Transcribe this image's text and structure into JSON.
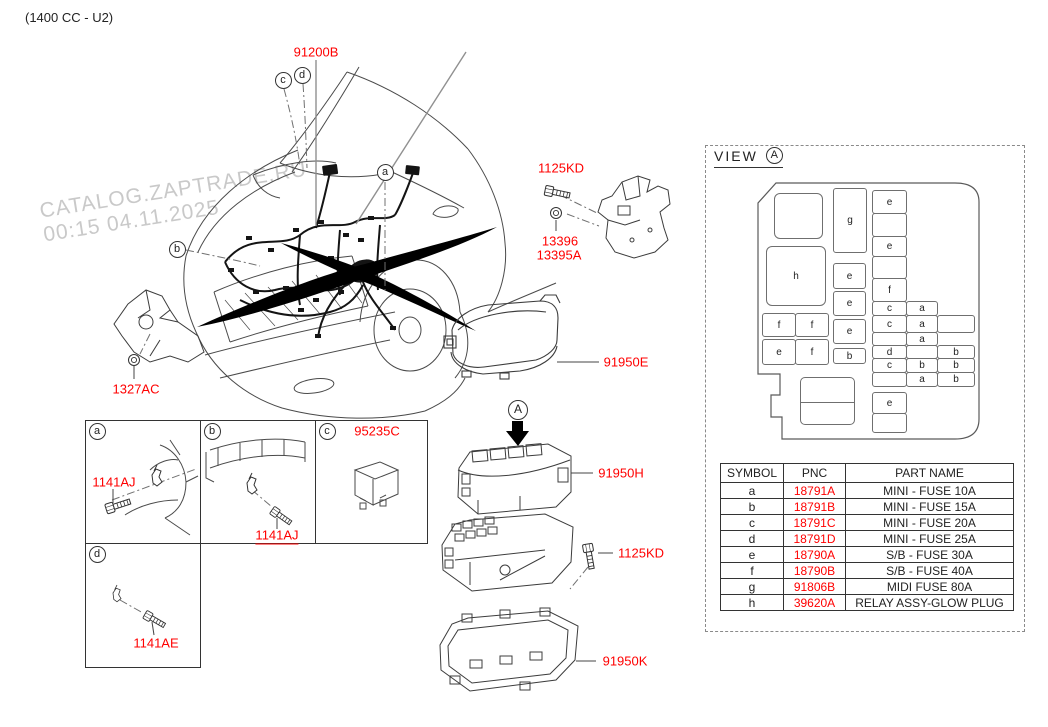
{
  "title": "(1400 CC - U2)",
  "watermark": {
    "line1": "CATALOG.ZAPTRADE.RU",
    "line2": "00:15 04.11.2025"
  },
  "part_labels": {
    "p91200B": "91200B",
    "p1125KD_top": "1125KD",
    "p13396": "13396",
    "p13395A": "13395A",
    "p91950E": "91950E",
    "p1327AC": "1327AC",
    "p91950H": "91950H",
    "p1125KD_bottom": "1125KD",
    "p91950K": "91950K",
    "p95235C": "95235C",
    "p1141AJ_a": "1141AJ",
    "p1141AJ_b": "1141AJ",
    "p1141AE": "1141AE"
  },
  "callouts": {
    "a": "a",
    "b": "b",
    "c": "c",
    "d": "d",
    "view": "A",
    "assembly": "A"
  },
  "view_panel": {
    "header_label": "VIEW",
    "fuse_map": {
      "letters": [
        "g",
        "h",
        "e",
        "e",
        "e",
        "b",
        "f",
        "f",
        "e",
        "f",
        "e",
        "e",
        "f",
        "c",
        "a",
        "c",
        "a",
        "a",
        "d",
        "b",
        "c",
        "b",
        "b",
        "a",
        "b",
        "e"
      ]
    },
    "table": {
      "headers": [
        "SYMBOL",
        "PNC",
        "PART NAME"
      ],
      "rows": [
        {
          "symbol": "a",
          "pnc": "18791A",
          "part_name": "MINI - FUSE 10A"
        },
        {
          "symbol": "b",
          "pnc": "18791B",
          "part_name": "MINI - FUSE 15A"
        },
        {
          "symbol": "c",
          "pnc": "18791C",
          "part_name": "MINI - FUSE 20A"
        },
        {
          "symbol": "d",
          "pnc": "18791D",
          "part_name": "MINI - FUSE 25A"
        },
        {
          "symbol": "e",
          "pnc": "18790A",
          "part_name": "S/B - FUSE 30A"
        },
        {
          "symbol": "f",
          "pnc": "18790B",
          "part_name": "S/B - FUSE 40A"
        },
        {
          "symbol": "g",
          "pnc": "91806B",
          "part_name": "MIDI FUSE 80A"
        },
        {
          "symbol": "h",
          "pnc": "39620A",
          "part_name": "RELAY ASSY-GLOW PLUG"
        }
      ]
    }
  },
  "colors": {
    "part_link": "#ff0000",
    "line_art": "#3f3f3f",
    "watermark": "#c9c9c9"
  }
}
